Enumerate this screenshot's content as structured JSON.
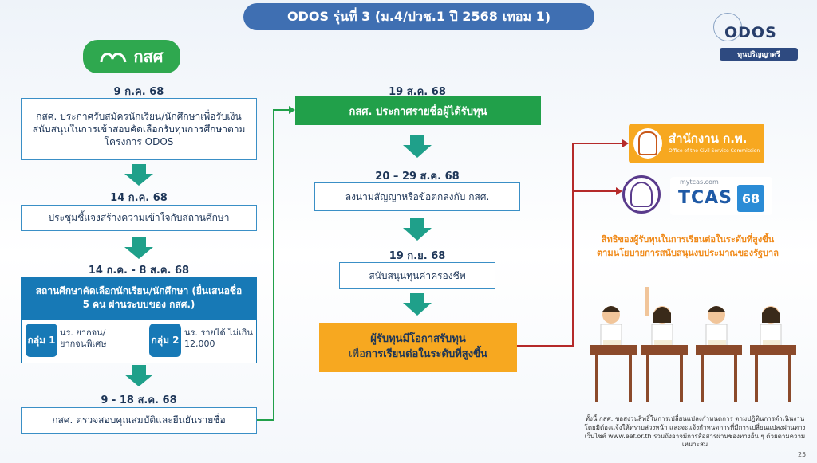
{
  "header": {
    "title": "ODOS รุ่นที่ 3 (ม.4/ปวช.1 ปี 2568",
    "title_term": "เทอม 1",
    "title_close": ")"
  },
  "brand": {
    "name": "ODOS",
    "tagline": "ทุนปริญญาตรี"
  },
  "org_logo": {
    "label": "กสศ"
  },
  "left": {
    "date1": "9 ก.ค. 68",
    "step1": "กสศ. ประกาศรับสมัครนักเรียน/นักศึกษาเพื่อรับเงินสนับสนุนในการเข้าสอบคัดเลือกรับทุนการศึกษาตามโครงการ ODOS",
    "date2": "14 ก.ค. 68",
    "step2": "ประชุมชี้แจงสร้างความเข้าใจกับสถานศึกษา",
    "date3": "14 ก.ค. - 8 ส.ค. 68",
    "step3_title": "สถานศึกษาคัดเลือกนักเรียน/นักศึกษา (ยื่นเสนอชื่อ 5 คน ผ่านระบบของ กสศ.)",
    "group1_label": "กลุ่ม 1",
    "group1_desc": "นร. ยากจน/ ยากจนพิเศษ",
    "group2_label": "กลุ่ม 2",
    "group2_desc": "นร. รายได้ ไม่เกิน 12,000",
    "date4": "9 - 18 ส.ค. 68",
    "step4": "กสศ. ตรวจสอบคุณสมบัติและยืนยันรายชื่อ"
  },
  "middle": {
    "date1": "19 ส.ค. 68",
    "step1": "กสศ. ประกาศรายชื่อผู้ได้รับทุน",
    "date2": "20 – 29 ส.ค. 68",
    "step2": "ลงนามสัญญาหรือข้อตกลงกับ กสศ.",
    "date3": "19 ก.ย. 68",
    "step3": "สนับสนุนทุนค่าครองชีพ",
    "result_line1": "ผู้รับทุนมีโอกาสรับทุน",
    "result_line2_prefix": "เพื่อ",
    "result_line2_bold": "การเรียนต่อในระดับที่สูงขึ้น"
  },
  "right": {
    "ocsc_label": "สำนักงาน ก.พ.",
    "ocsc_sub": "Office of the Civil Service Commission",
    "tcas_site": "mytcas.com",
    "tcas_label": "TCAS",
    "tcas_year": "68",
    "rights_line1": "สิทธิของผู้รับทุนในการเรียนต่อในระดับที่สูงขึ้น",
    "rights_line2": "ตามนโยบายการสนับสนุนงบประมาณของรัฐบาล",
    "note": "ทั้งนี้ กสศ. ขอสงวนสิทธิ์ในการเปลี่ยนแปลงกำหนดการ ตามปฏิทินการดำเนินงานโดยมิต้องแจ้งให้ทราบล่วงหน้า และจะแจ้งกำหนดการที่มีการเปลี่ยนแปลงผ่านทางเว็บไซต์ www.eef.or.th รวมถึงอาจมีการสื่อสารผ่านช่องทางอื่น ๆ ด้วยตามความเหมาะสม"
  },
  "page_number": "25",
  "colors": {
    "accent": "#3f6fb2",
    "green": "#21a04a",
    "orange": "#f7a820",
    "border": "#3a8fc6",
    "connector": "#b52a2a"
  }
}
